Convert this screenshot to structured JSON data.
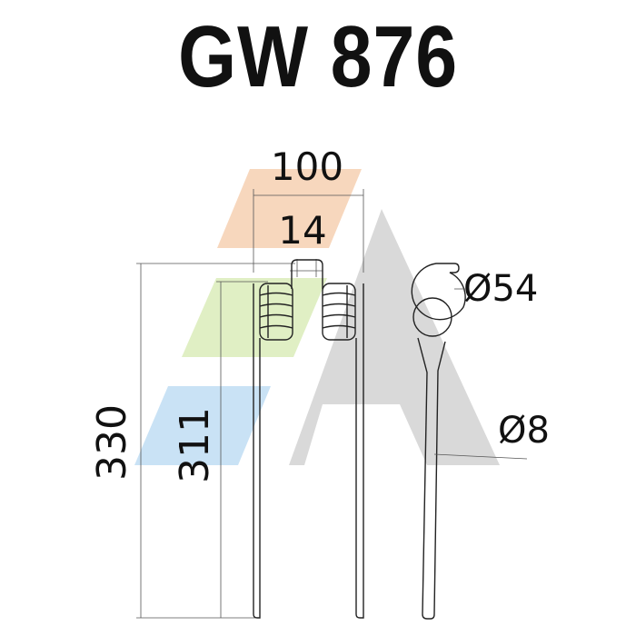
{
  "title": "GW 876",
  "dimensions": {
    "overall_width": "100",
    "inner_width": "14",
    "overall_height": "330",
    "leg_height": "311",
    "coil_diameter": "Ø54",
    "wire_diameter": "Ø8"
  },
  "watermark_colors": {
    "orange": "#f7d7bd",
    "green": "#e0efc4",
    "blue": "#c9e2f5",
    "gray": "#d9d9d9"
  }
}
